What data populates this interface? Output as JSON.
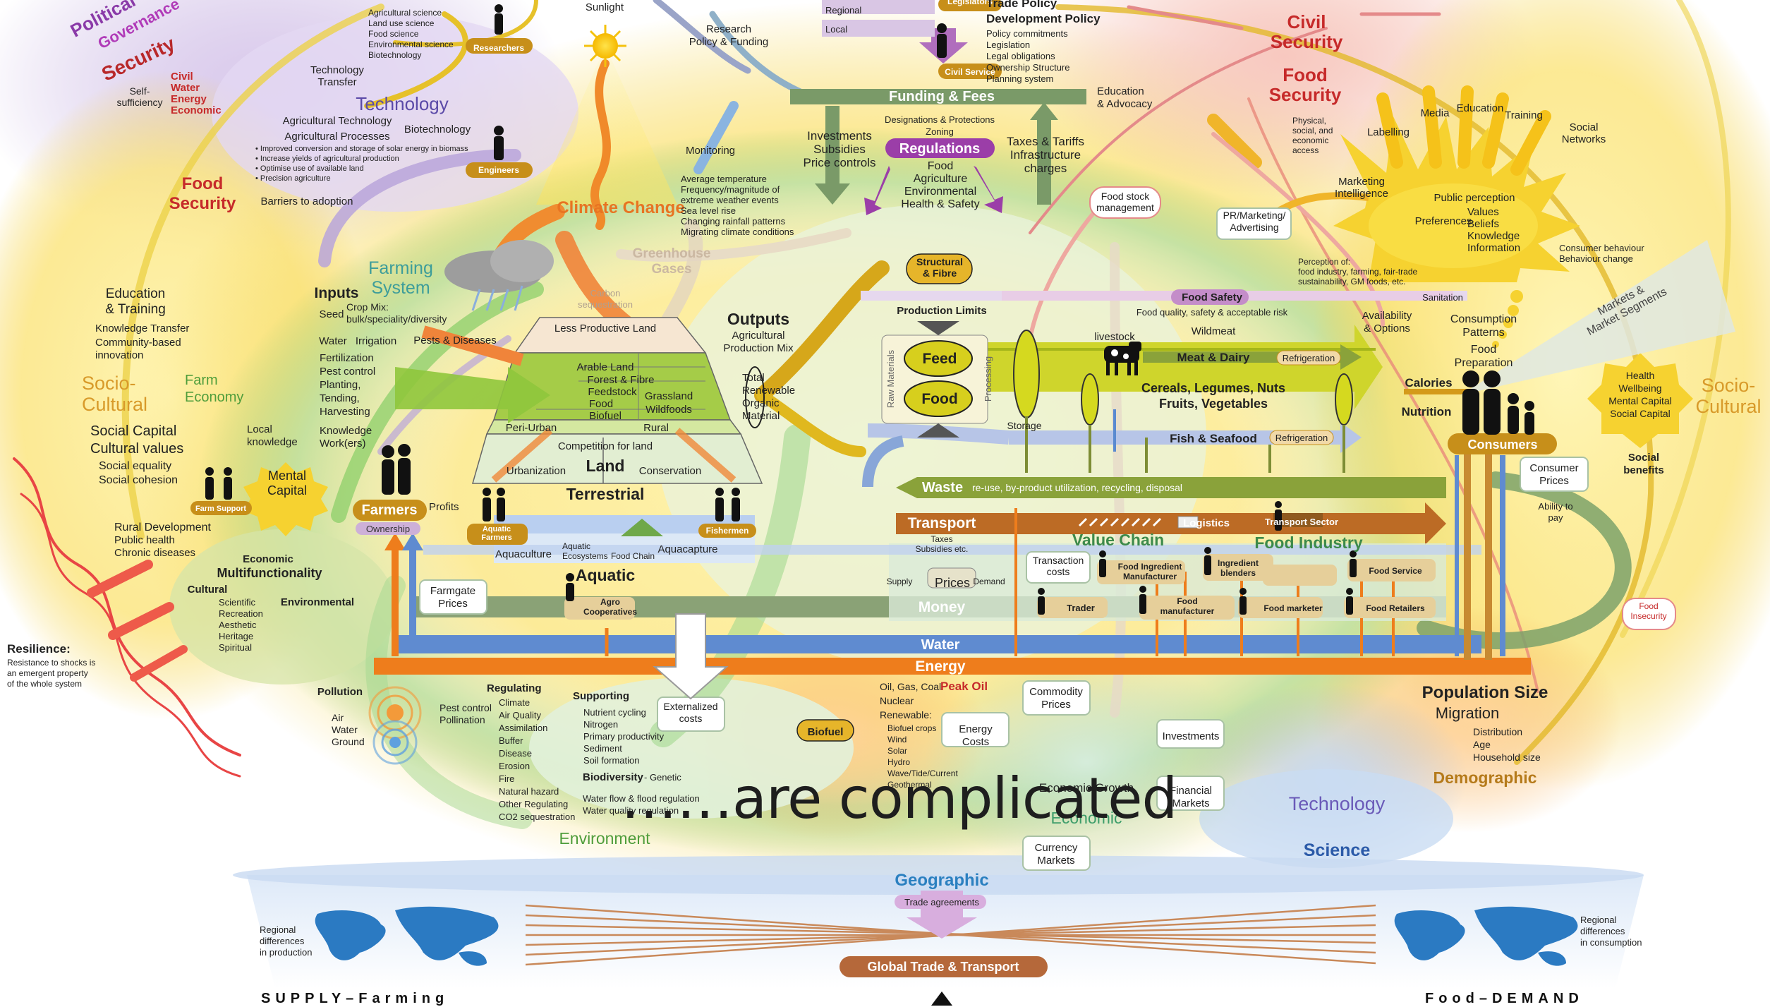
{
  "caption": "……are complicated",
  "axis_supply": "SUPPLY–Farming",
  "axis_demand": "Food–DEMAND",
  "colors": {
    "purple": "#7b4fa5",
    "green": "#4f9d3b",
    "orange": "#e67b1a",
    "blue": "#4f7fc8",
    "brown": "#b5793a",
    "red": "#cc2a2a",
    "gold": "#d4a017",
    "teal": "#3d9d9a",
    "olive": "#9fb526"
  },
  "top_left": {
    "political": "Political",
    "governance": "Governance",
    "security": "Security",
    "security_items": [
      "Civil",
      "Water",
      "Energy",
      "Economic"
    ],
    "self_sufficiency": "Self-\nsufficiency",
    "food_security": "Food\nSecurity",
    "science_list": [
      "Agricultural science",
      "Land use science",
      "Food science",
      "Environmental science",
      "Biotechnology"
    ],
    "researchers": "Researchers",
    "tech_transfer": "Technology\nTransfer",
    "technology": "Technology",
    "ag_tech": "Agricultural Technology",
    "biotech": "Biotechnology",
    "ag_processes": "Agricultural Processes",
    "bullets": [
      "• Improved conversion and storage of solar energy in biomass",
      "• Increase yields of agricultural production",
      "• Optimise use of available land",
      "• Precision agriculture"
    ],
    "engineers": "Engineers",
    "barriers": "Barriers to adoption"
  },
  "top_center": {
    "sunlight": "Sunlight",
    "research": "Research\nPolicy & Funding",
    "regional": "Regional",
    "local": "Local",
    "legislators": "Legislators",
    "trade_policy": "Trade Policy",
    "dev_policy": "Development Policy",
    "policy_list": [
      "Policy commitments",
      "Legislation",
      "Legal obligations",
      "Ownership Structure",
      "Planning system"
    ],
    "civil_service": "Civil Service",
    "funding": "Funding & Fees",
    "education_adv": "Education\n& Advocacy",
    "designations": "Designations & Protections",
    "zoning": "Zoning",
    "investments": "Investments\nSubsidies\nPrice controls",
    "regulations": "Regulations",
    "reg_items": [
      "Food",
      "Agriculture",
      "Environmental",
      "Health & Safety"
    ],
    "taxes": "Taxes & Tariffs\nInfrastructure\ncharges",
    "monitoring": "Monitoring",
    "climate_change": "Climate Change",
    "climate_list": [
      "Average temperature",
      "Frequency/magnitude of",
      "  extreme weather events",
      "Sea level rise",
      "Changing rainfall patterns",
      "Migrating climate conditions"
    ],
    "greenhouse": "Greenhouse\nGases",
    "carbon_seq": "Carbon\nsequestration",
    "food_stock": "Food stock\nmanagement"
  },
  "top_right": {
    "civil_security": "Civil\nSecurity",
    "food_security": "Food\nSecurity",
    "fs_items": "Physical,\nsocial, and\neconomic\naccess",
    "labelling": "Labelling",
    "media": "Media",
    "education": "Education",
    "training": "Training",
    "social_networks": "Social\nNetworks",
    "marketing_intel": "Marketing\nIntelligence",
    "pr_marketing": "PR/Marketing/\nAdvertising",
    "public_perception": "Public perception",
    "preferences": "Preferences",
    "values": [
      "Values",
      "Beliefs",
      "Knowledge",
      "Information"
    ],
    "consumer_behaviour": "Consumer behaviour\nBehaviour change",
    "perception_of": "Perception of:\nfood industry, farming, fair-trade\nsustainability, GM foods, etc.",
    "markets": "Markets &\nMarket Segments"
  },
  "left": {
    "education_training": "Education\n& Training",
    "knowledge_transfer": "Knowledge Transfer",
    "community": "Community-based\ninnovation",
    "farm_economy": "Farm\nEconomy",
    "socio_cultural": "Socio-\nCultural",
    "social_capital": "Social Capital",
    "cultural_values": "Cultural values",
    "social_equality": "Social equality",
    "social_cohesion": "Social cohesion",
    "local_knowledge": "Local\nknowledge",
    "mental_capital": "Mental\nCapital",
    "farm_support": "Farm Support",
    "farmers": "Farmers",
    "ownership": "Ownership",
    "profits": "Profits",
    "rural_dev": "Rural Development",
    "public_health": "Public health",
    "chronic": "Chronic diseases",
    "economic": "Economic",
    "multifunctionality": "Multifunctionality",
    "cultural": "Cultural",
    "environmental": "Environmental",
    "cultural_items": [
      "Scientific",
      "Recreation",
      "Aesthetic",
      "Heritage",
      "Spiritual"
    ],
    "farmgate": "Farmgate\nPrices",
    "resilience": "Resilience:",
    "resilience_desc": "Resistance to shocks is\nan emergent property\nof the whole system"
  },
  "farming": {
    "farming_system": "Farming\nSystem",
    "inputs": "Inputs",
    "seed": "Seed",
    "crop_mix": "Crop Mix:\nbulk/speciality/diversity",
    "water": "Water",
    "irrigation": "Irrigation",
    "pests": "Pests & Diseases",
    "input_list": [
      "Fertilization",
      "Pest control",
      "Planting,",
      "Tending,",
      "Harvesting"
    ],
    "knowledge_work": "Knowledge\nWork(ers)",
    "outputs": "Outputs",
    "ag_mix": "Agricultural\nProduction Mix",
    "less_productive": "Less Productive Land",
    "arable": "Arable Land",
    "forest": "Forest & Fibre",
    "feedstock": "Feedstock",
    "food": "Food",
    "biofuel": "Biofuel",
    "grassland": "Grassland",
    "wildfoods": "Wildfoods",
    "peri_urban": "Peri-Urban",
    "rural": "Rural",
    "competition": "Competition for land",
    "urbanization": "Urbanization",
    "land": "Land",
    "conservation": "Conservation",
    "terrestrial": "Terrestrial",
    "total_list": [
      "Total",
      "Renewable",
      "Organic",
      "Material"
    ],
    "aquatic_farmers": "Aquatic\nFarmers",
    "fishermen": "Fishermen",
    "aquaculture": "Aquaculture",
    "aquatic_eco": "Aquatic\nEcosystems",
    "food_chain": "Food Chain",
    "aquacapture": "Aquacapture",
    "aquatic": "Aquatic",
    "agro_coop": "Agro\nCooperatives"
  },
  "center": {
    "structural": "Structural\n& Fibre",
    "production_limits": "Production Limits",
    "raw_materials": "Raw Materials",
    "feed": "Feed",
    "food": "Food",
    "processing": "Processing",
    "storage": "Storage",
    "food_safety": "Food Safety",
    "food_quality": "Food quality, safety & acceptable risk",
    "sanitation": "Sanitation",
    "wildmeat": "Wildmeat",
    "livestock": "livestock",
    "meat_dairy": "Meat & Dairy",
    "refrigeration": "Refrigeration",
    "cereals": "Cereals, Legumes, Nuts\nFruits, Vegetables",
    "fish": "Fish & Seafood",
    "waste": "Waste",
    "waste_desc": "re-use, by-product utilization, recycling, disposal",
    "transport": "Transport",
    "logistics": "Logistics",
    "transport_sector": "Transport Sector",
    "value_chain": "Value Chain",
    "food_industry": "Food Industry",
    "taxes_sub": "Taxes\nSubsidies etc.",
    "supply": "Supply",
    "prices": "Prices",
    "demand": "Demand",
    "transaction": "Transaction\ncosts",
    "ingredient_mfr": "Food Ingredient\nManufacturer",
    "ingredient_blend": "Ingredient\nblenders",
    "food_service": "Food Service",
    "money": "Money",
    "trader": "Trader",
    "food_mfr": "Food\nmanufacturer",
    "food_marketer": "Food marketer",
    "food_retailers": "Food Retailers",
    "water": "Water",
    "energy": "Energy"
  },
  "right": {
    "availability": "Availability\n& Options",
    "consumption": "Consumption\nPatterns",
    "food_prep": "Food\nPreparation",
    "calories": "Calories",
    "nutrition": "Nutrition",
    "consumers": "Consumers",
    "consumer_prices": "Consumer\nPrices",
    "ability": "Ability to\npay",
    "health_items": [
      "Health",
      "Wellbeing",
      "Mental Capital",
      "Social Capital"
    ],
    "socio_cultural": "Socio-\nCultural",
    "social_benefits": "Social\nbenefits",
    "food_insecurity": "Food\nInsecurity"
  },
  "bottom": {
    "pollution": "Pollution",
    "air_water": [
      "Air",
      "Water",
      "Ground"
    ],
    "pest_poll": "Pest control\nPollination",
    "regulating": "Regulating",
    "reg_list": [
      "Climate",
      "Air Quality",
      "Assimilation",
      "Buffer",
      "Disease",
      "Erosion",
      "Fire",
      "Natural hazard",
      "Other Regulating",
      "CO2 sequestration"
    ],
    "supporting": "Supporting",
    "sup_list": [
      "Nutrient cycling",
      "Nitrogen",
      "Primary productivity",
      "Sediment",
      "Soil formation"
    ],
    "biodiversity": "Biodiversity",
    "genetic": "- Genetic",
    "water_flow": "Water flow & flood regulation",
    "water_quality": "Water quality regulation",
    "externalized": "Externalized\ncosts",
    "biofuel": "Biofuel",
    "environment": "Environment",
    "oil_gas": "Oil, Gas, Coal",
    "peak_oil": "Peak Oil",
    "nuclear": "Nuclear",
    "renewable": "Renewable:",
    "renew_list": [
      "Biofuel crops",
      "Wind",
      "Solar",
      "Hydro",
      "Wave/Tide/Current",
      "Geothermal"
    ],
    "energy_costs": "Energy\nCosts",
    "commodity": "Commodity\nPrices",
    "economic_growth": "Economic Growth",
    "economic": "Economic",
    "investments": "Investments",
    "financial": "Financial\nMarkets",
    "currency": "Currency\nMarkets",
    "technology": "Technology",
    "science": "Science",
    "population": "Population Size",
    "migration": "Migration",
    "pop_list": [
      "Distribution",
      "Age",
      "Household size"
    ],
    "demographic": "Demographic",
    "geographic": "Geographic",
    "trade_agreements": "Trade agreements",
    "regional_prod": "Regional\ndifferences\nin production",
    "regional_cons": "Regional\ndifferences\nin consumption",
    "global_trade": "Global Trade & Transport"
  }
}
